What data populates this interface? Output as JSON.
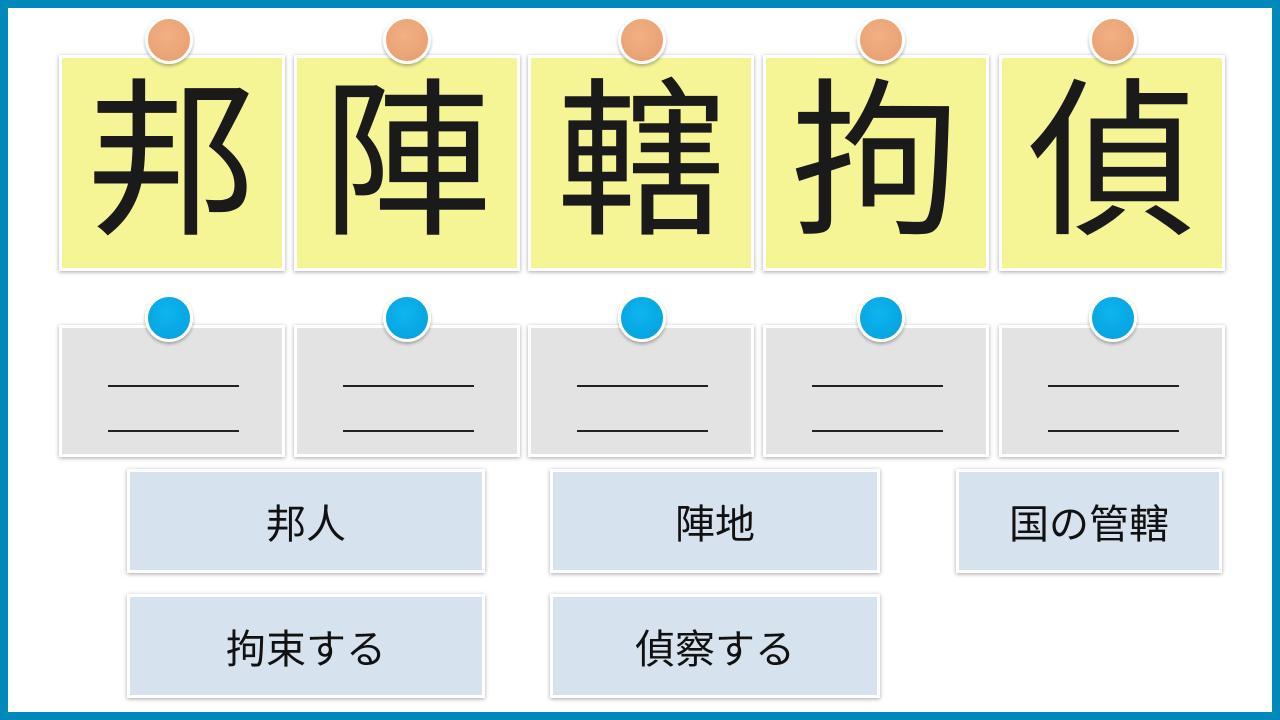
{
  "kanji": [
    "邦",
    "陣",
    "轄",
    "拘",
    "偵"
  ],
  "answers": [
    "邦人",
    "陣地",
    "国の管轄",
    "拘束する",
    "偵察する"
  ],
  "colors": {
    "border": "#0088bb",
    "kanji_card": "#f6f595",
    "blank_card": "#e3e3e3",
    "answer_card": "#d6e2ee",
    "pin_orange": "#e9a576",
    "pin_blue": "#00a6e4"
  }
}
